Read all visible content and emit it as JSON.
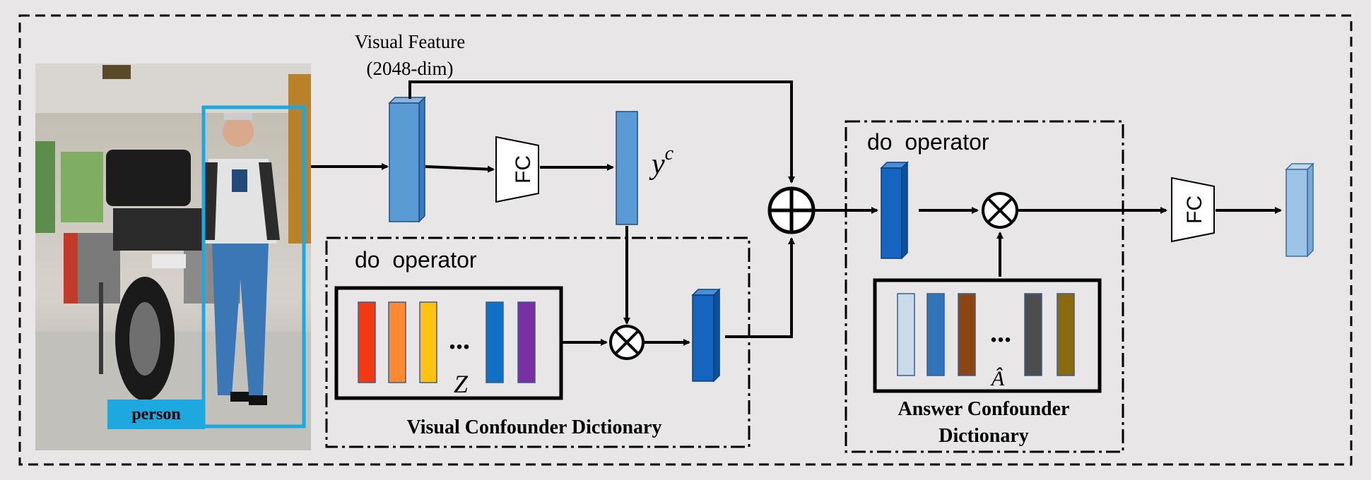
{
  "visual_feature": {
    "line1": "Visual Feature",
    "line2": "(2048-dim)"
  },
  "fc_label": "FC",
  "yc_label": "y",
  "yc_superscript": "c",
  "left_do": {
    "title": "do  operator",
    "dictionary_label": "Visual Confounder Dictionary",
    "dict_symbol": "Z",
    "ellipsis": "...",
    "colors": [
      "#f23a12",
      "#ff8a33",
      "#ffc113",
      "#0f70c6",
      "#7a2fa3"
    ]
  },
  "right_do": {
    "title": "do  operator",
    "dictionary_label_line1": "Answer Confounder",
    "dictionary_label_line2": "Dictionary",
    "dict_symbol": "Â",
    "ellipsis": "...",
    "colors": [
      "#c9dae8",
      "#2f76b8",
      "#8a4512",
      "#4d4d4d",
      "#8a6a0c"
    ]
  },
  "person_label": "person",
  "colors": {
    "feature_blue": "#5b9bd5",
    "feature_dark_blue": "#1565c0",
    "output_light_blue": "#9dc3e6",
    "bbox_cyan": "#1ea8e0"
  }
}
